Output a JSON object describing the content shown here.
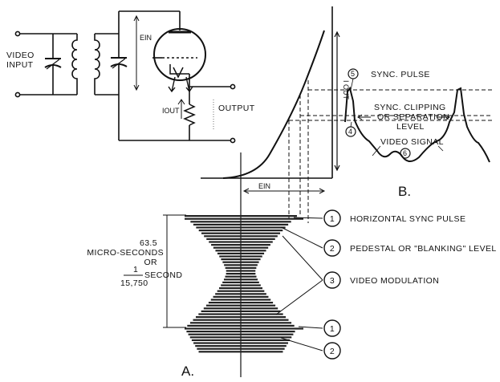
{
  "circuit": {
    "video_input_line1": "VIDEO",
    "video_input_line2": "INPUT",
    "ein": "EIN",
    "iout": "IOUT",
    "output": "OUTPUT"
  },
  "graph": {
    "ein_axis": "EIN",
    "iout_axis": "I OUT"
  },
  "panel_b": {
    "letter": "B.",
    "sync_pulse": "SYNC. PULSE",
    "clip_line1": "SYNC. CLIPPING",
    "clip_line2": "OR SEPARATION",
    "clip_line3": "LEVEL",
    "video_signal": "VIDEO SIGNAL",
    "marker_4": "4",
    "marker_5": "5",
    "marker_6": "6"
  },
  "panel_a": {
    "letter": "A.",
    "period_line1": "63.5",
    "period_line2": "MICRO-SECONDS",
    "period_line3": "OR",
    "frac_num": "1",
    "frac_den": "15,750",
    "second": "SECOND",
    "callouts": [
      {
        "num": "1",
        "label": "HORIZONTAL SYNC PULSE"
      },
      {
        "num": "2",
        "label": "PEDESTAL OR \"BLANKING\" LEVEL"
      },
      {
        "num": "3",
        "label": "VIDEO MODULATION"
      },
      {
        "num": "1",
        "label": ""
      },
      {
        "num": "2",
        "label": ""
      }
    ]
  }
}
